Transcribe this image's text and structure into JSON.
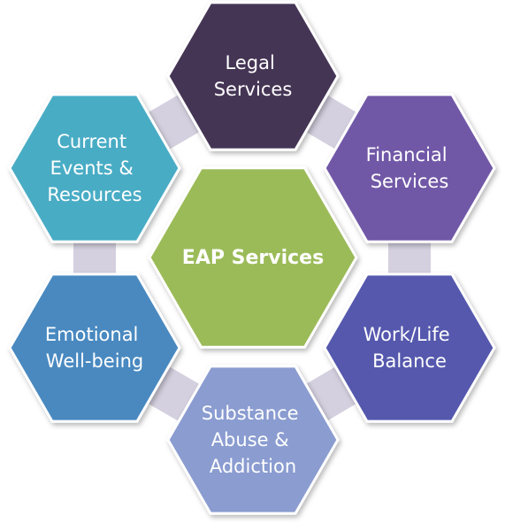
{
  "diagram": {
    "center": {
      "lines": [
        "EAP Services"
      ],
      "color": "#9bbb59"
    },
    "nodes": [
      {
        "id": "legal",
        "lines": [
          "Legal",
          "Services"
        ],
        "color": "#453454"
      },
      {
        "id": "financial",
        "lines": [
          "Financial",
          "Services"
        ],
        "color": "#7158a7"
      },
      {
        "id": "worklife",
        "lines": [
          "Work/Life",
          "Balance"
        ],
        "color": "#5459ad"
      },
      {
        "id": "substance",
        "lines": [
          "Substance",
          "Abuse &",
          "Addiction"
        ],
        "color": "#8a9cd0"
      },
      {
        "id": "emotional",
        "lines": [
          "Emotional",
          "Well-being"
        ],
        "color": "#4a89c0"
      },
      {
        "id": "current",
        "lines": [
          "Current",
          "Events &",
          "Resources"
        ],
        "color": "#4aacc5"
      }
    ],
    "connector_color": "#d4d0df"
  }
}
